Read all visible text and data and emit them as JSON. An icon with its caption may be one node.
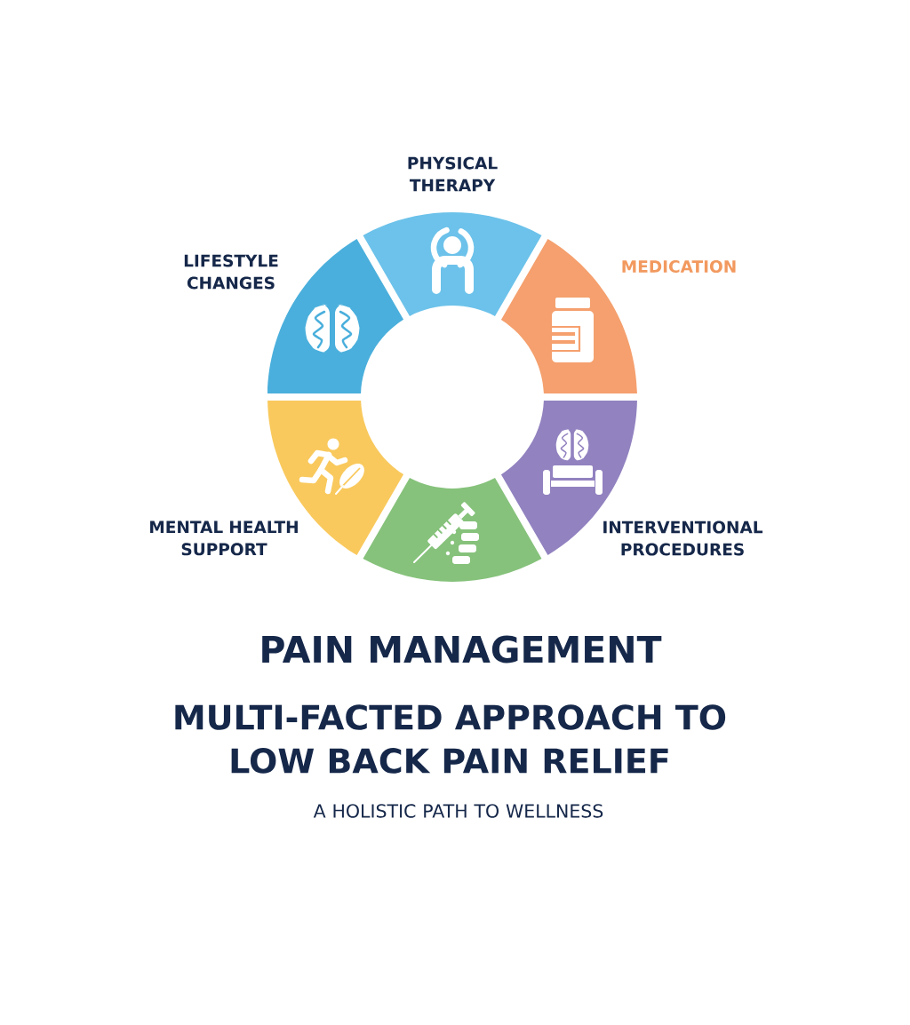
{
  "diagram": {
    "title": "PAIN MANAGEMENT",
    "nodes": [
      {
        "text": [
          "PHYSICAL THERAPY"
        ]
      },
      {
        "text": [
          "LIFESTYLE CHANGES"
        ]
      },
      {
        "text": [
          "MEDICATION"
        ]
      },
      {
        "text": [
          "MENTAL HEALTH SUPPORT"
        ]
      },
      {
        "text": [
          "INTERVENTIONAL PROCEDURES"
        ]
      },
      {
        "text": [],
        "shape": "segment"
      }
    ],
    "labels": [
      "MULTI-FACTED APPROACH TO LOW BACK PAIN RELIEF",
      "A HOLISTIC PATH TO WELLNESS"
    ]
  }
}
